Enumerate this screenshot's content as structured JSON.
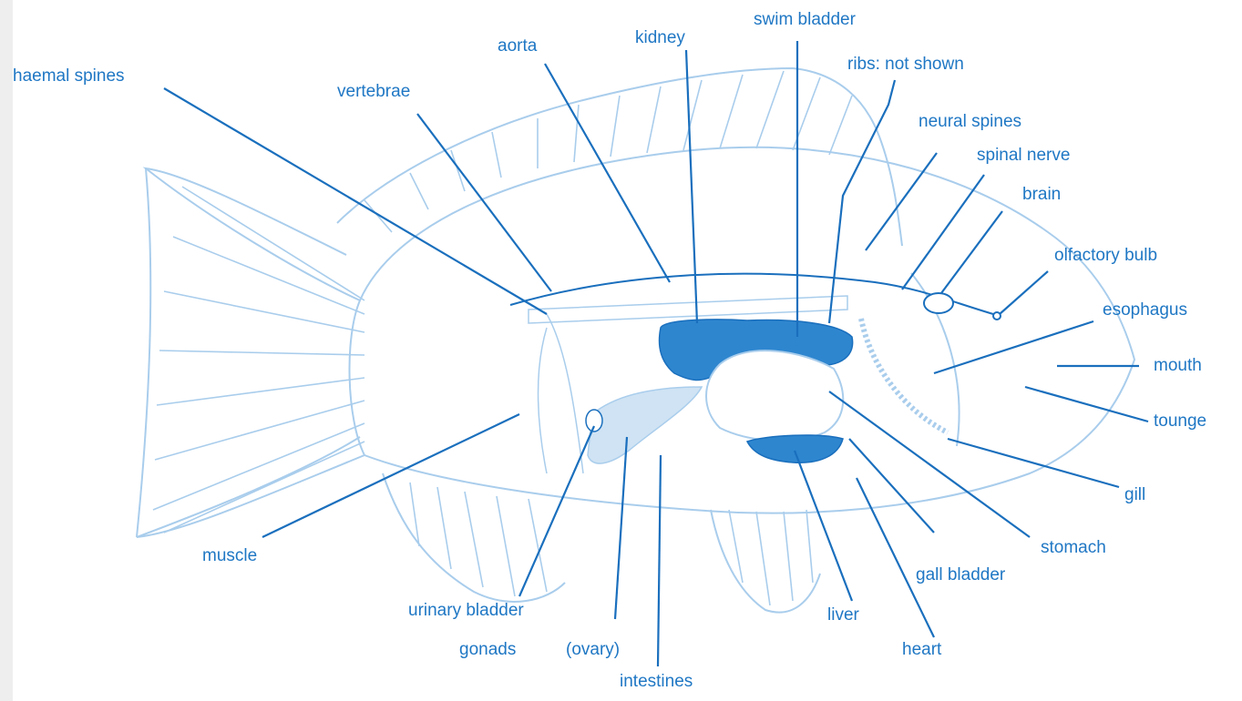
{
  "colors": {
    "label": "#1f77c4",
    "line": "#1a6fbd",
    "outline": "#a9cdec",
    "organ_fill": "#2e86cf",
    "edge_gray": "#eeeeee"
  },
  "labels": {
    "haemal_spines": "haemal spines",
    "aorta": "aorta",
    "kidney": "kidney",
    "swim_bladder": "swim bladder",
    "ribs_not_shown": "ribs: not shown",
    "vertebrae": "vertebrae",
    "neural_spines": "neural spines",
    "spinal_nerve": "spinal nerve",
    "brain": "brain",
    "olfactory_bulb": "olfactory bulb",
    "esophagus": "esophagus",
    "mouth": "mouth",
    "tounge": "tounge",
    "gill": "gill",
    "stomach": "stomach",
    "gall_bladder": "gall bladder",
    "muscle": "muscle",
    "urinary_bladder": "urinary bladder",
    "gonads": "gonads",
    "ovary": "(ovary)",
    "liver": "liver",
    "heart": "heart",
    "intestines": "intestines"
  }
}
